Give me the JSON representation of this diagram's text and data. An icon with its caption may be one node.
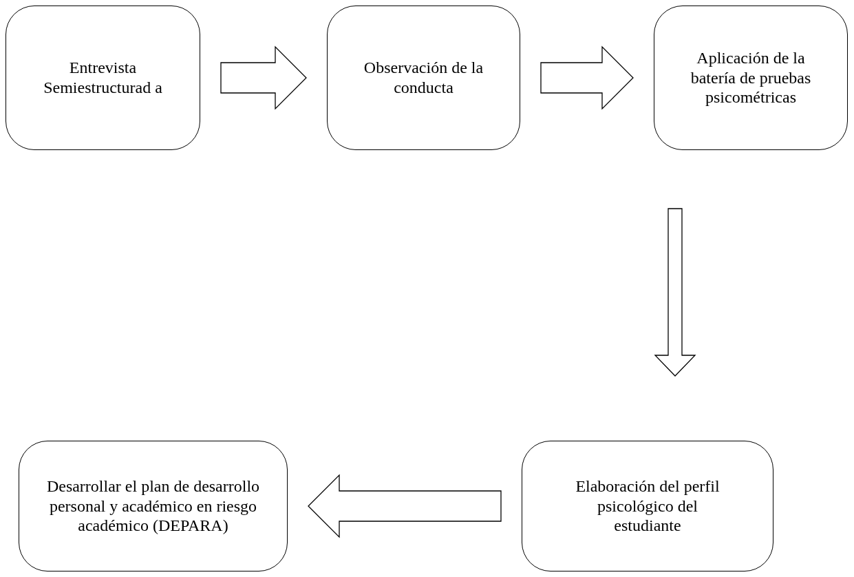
{
  "diagram": {
    "nodes": [
      {
        "text": [
          "Entrevista Semiestructurad a"
        ]
      },
      {
        "text": [
          "Observación de la conducta"
        ]
      },
      {
        "text": [
          "Aplicación de la batería de pruebas psicométricas"
        ]
      },
      {
        "text": [
          "Elaboración del perfil psicológico del estudiante"
        ]
      },
      {
        "text": [
          "Desarrollar el plan de desarrollo personal y académico en riesgo académico (DEPARA)"
        ]
      }
    ],
    "edges": [
      {
        "from": 0,
        "to": 1,
        "arrow": "to"
      },
      {
        "from": 1,
        "to": 2,
        "arrow": "to"
      },
      {
        "from": 2,
        "to": 3,
        "arrow": "to"
      },
      {
        "from": 3,
        "to": 4,
        "arrow": "to"
      }
    ]
  }
}
